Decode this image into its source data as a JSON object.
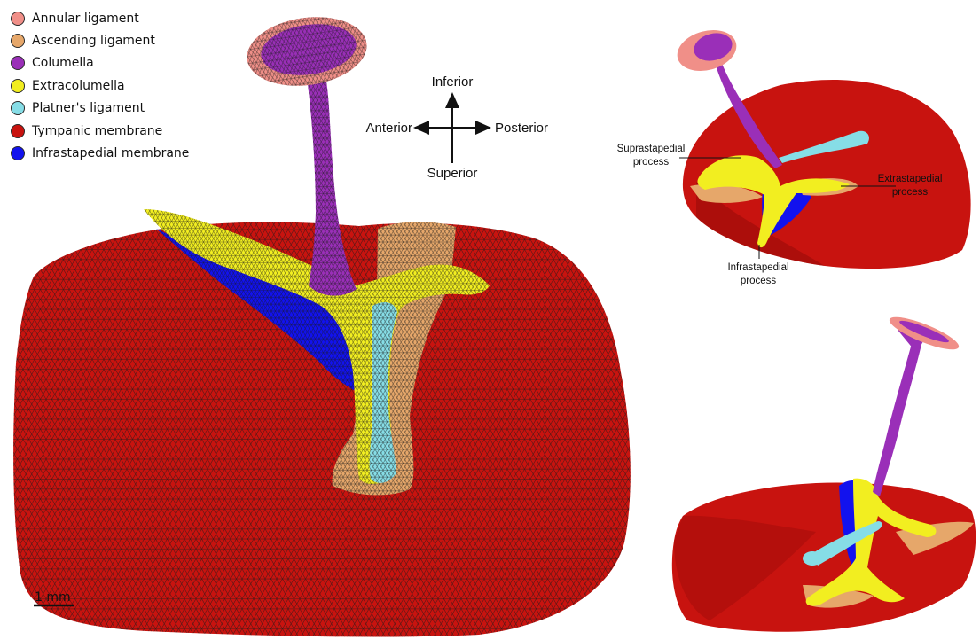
{
  "legend": {
    "items": [
      {
        "label": "Annular ligament",
        "color": "#f08f88"
      },
      {
        "label": "Ascending ligament",
        "color": "#e6a76a"
      },
      {
        "label": "Columella",
        "color": "#9a2fb8"
      },
      {
        "label": "Extracolumella",
        "color": "#f2ee20"
      },
      {
        "label": "Platner's ligament",
        "color": "#86dde6"
      },
      {
        "label": "Tympanic membrane",
        "color": "#c8130f"
      },
      {
        "label": "Infrastapedial membrane",
        "color": "#1212ee"
      }
    ]
  },
  "orientation": {
    "up": "Inferior",
    "down": "Superior",
    "left": "Anterior",
    "right": "Posterior"
  },
  "scale_bar": {
    "label": "1 mm"
  },
  "annotations": {
    "suprastapedial": [
      "Suprastapedial",
      "process"
    ],
    "extrastapedial": [
      "Extrastapedial",
      "process"
    ],
    "infrastapedial": [
      "Infrastapedial",
      "process"
    ]
  },
  "colors": {
    "tympanic": "#c8130f",
    "tympanic_dark": "#8f0a08",
    "columella": "#9a2fb8",
    "extracolumella": "#f2ee20",
    "ascending": "#e6a76a",
    "annular": "#f08f88",
    "platner": "#86dde6",
    "infrastapedial": "#1212ee",
    "mesh": "#1a1a1a"
  }
}
